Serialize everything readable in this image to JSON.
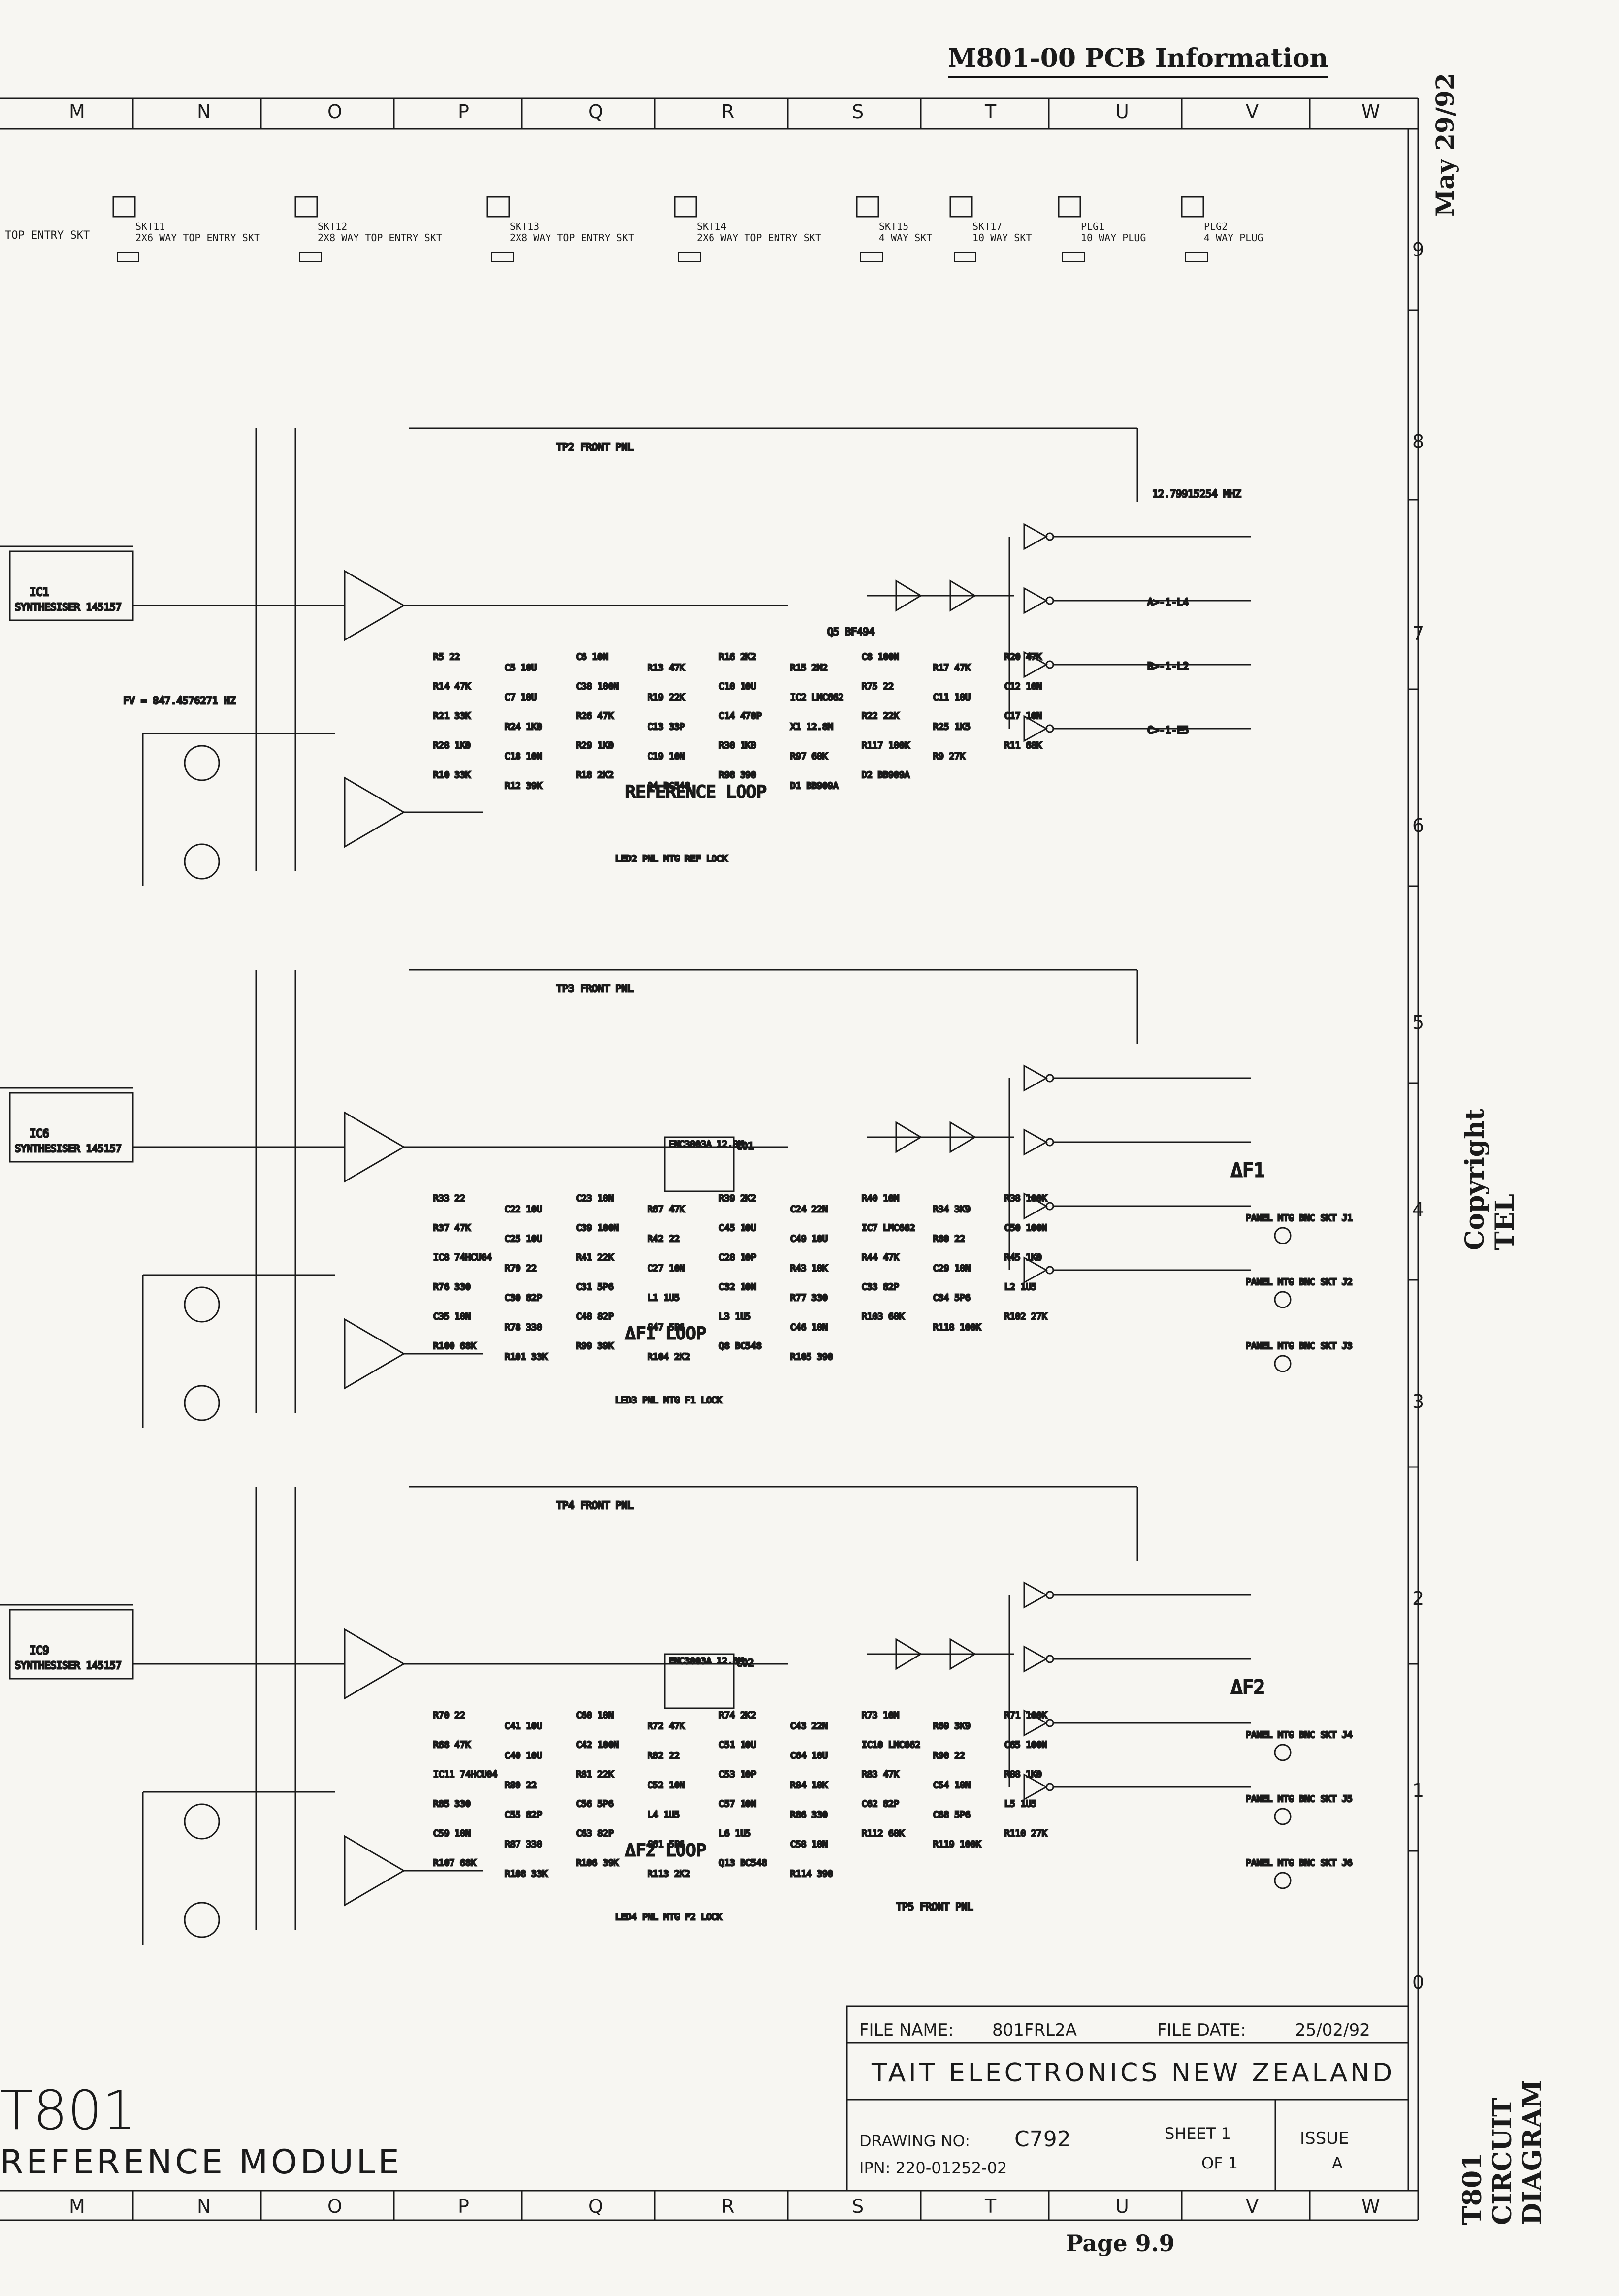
{
  "header": {
    "page_header": "M801-00 PCB Information",
    "date_note": "May 29/92",
    "copyright": "Copyright TEL",
    "diagram_type": "T801 CIRCUIT DIAGRAM",
    "page_number": "Page 9.9"
  },
  "zones": {
    "columns": [
      "M",
      "N",
      "O",
      "P",
      "Q",
      "R",
      "S",
      "T",
      "U",
      "V",
      "W"
    ],
    "rows": [
      "9",
      "8",
      "7",
      "6",
      "5",
      "4",
      "3",
      "2",
      "1",
      "0"
    ]
  },
  "connectors": [
    {
      "ref": "SKT11",
      "desc": "2X6 WAY TOP ENTRY SKT"
    },
    {
      "ref": "SKT12",
      "desc": "2X8 WAY TOP ENTRY SKT"
    },
    {
      "ref": "SKT13",
      "desc": "2X8 WAY TOP ENTRY SKT"
    },
    {
      "ref": "SKT14",
      "desc": "2X6 WAY TOP ENTRY SKT"
    },
    {
      "ref": "SKT15",
      "desc": "4 WAY SKT"
    },
    {
      "ref": "SKT17",
      "desc": "10 WAY SKT"
    },
    {
      "ref": "PLG1",
      "desc": "10 WAY PLUG"
    },
    {
      "ref": "PLG2",
      "desc": "4 WAY PLUG"
    }
  ],
  "connector_row_prefix": "TOP ENTRY SKT",
  "sections": [
    {
      "title": "REFERENCE LOOP",
      "synth": "IC1",
      "synth_part": "SYNTHESISER 145157",
      "loop_label": "REFERENCE LOOP",
      "front_panel": "TP2 FRONT PNL",
      "freq_note": "FV = 847.4576271 HZ",
      "osc_note": "12.79915254 MHZ",
      "led": "LED2 PNL MTG REF LOCK",
      "transistor": "Q5 BF494",
      "outputs": [
        "A>-1-L4",
        "B>-1-L2",
        "C>-1-E5"
      ],
      "parts": [
        "R5 22",
        "C5 10U",
        "C6 10N",
        "R13 47K",
        "R16 2K2",
        "R15 2M2",
        "C8 100N",
        "R17 47K",
        "R20 47K",
        "R14 47K",
        "C7 10U",
        "C38 100N",
        "R19 22K",
        "C10 10U",
        "IC2 LMC662",
        "R75 22",
        "C11 10U",
        "C12 10N",
        "R21 33K",
        "R24 1K0",
        "R26 47K",
        "C13 33P",
        "C14 470P",
        "X1 12.8M",
        "R22 22K",
        "R25 1K5",
        "C17 10N",
        "R28 1K0",
        "C18 10N",
        "R29 1K0",
        "C19 10N",
        "R30 1K0",
        "R97 68K",
        "R117 100K",
        "R9 27K",
        "R11 68K",
        "R10 33K",
        "R12 39K",
        "R18 2K2",
        "Q4 BC548",
        "R98 390",
        "D1 BB909A",
        "D2 BB909A"
      ]
    },
    {
      "title": "ΔF1 LOOP",
      "synth": "IC6",
      "synth_part": "SYNTHESISER 145157",
      "loop_label": "ΔF1 LOOP",
      "front_panel": "TP3 FRONT PNL",
      "vco": "ENC3003A 12.8M",
      "vco_ref": "CO1",
      "led": "LED3 PNL MTG F1 LOCK",
      "delta_label": "ΔF1",
      "bnc": [
        "PANEL MTG BNC SKT J1",
        "PANEL MTG BNC SKT J2",
        "PANEL MTG BNC SKT J3"
      ],
      "parts": [
        "R33 22",
        "C22 10U",
        "C23 10N",
        "R67 47K",
        "R39 2K2",
        "C24 22N",
        "R40 10M",
        "R34 3K9",
        "R38 100K",
        "R37 47K",
        "C25 10U",
        "C39 100N",
        "R42 22",
        "C45 10U",
        "C49 10U",
        "IC7 LMC662",
        "R80 22",
        "C50 100N",
        "IC8 74HCU04",
        "R79 22",
        "R41 22K",
        "C27 10N",
        "C28 10P",
        "R43 10K",
        "R44 47K",
        "C29 10N",
        "R45 1K0",
        "R76 330",
        "C30 82P",
        "C31 5P6",
        "L1 1U5",
        "C32 10N",
        "R77 330",
        "C33 82P",
        "C34 5P6",
        "L2 1U5",
        "C35 10N",
        "R78 330",
        "C48 82P",
        "C47 5P6",
        "L3 1U5",
        "C46 10N",
        "R103 68K",
        "R118 100K",
        "R102 27K",
        "R100 68K",
        "R101 33K",
        "R99 39K",
        "R104 2K2",
        "Q8 BC548",
        "R105 390"
      ]
    },
    {
      "title": "ΔF2 LOOP",
      "synth": "IC9",
      "synth_part": "SYNTHESISER 145157",
      "loop_label": "ΔF2 LOOP",
      "front_panel": "TP4 FRONT PNL",
      "vco": "ENC3003A 12.8M",
      "vco_ref": "CO2",
      "led": "LED4 PNL MTG F2 LOCK",
      "delta_label": "ΔF2",
      "tp5": "TP5 FRONT PNL",
      "bnc": [
        "PANEL MTG BNC SKT J4",
        "PANEL MTG BNC SKT J5",
        "PANEL MTG BNC SKT J6"
      ],
      "parts": [
        "R70 22",
        "C41 10U",
        "C60 10N",
        "R72 47K",
        "R74 2K2",
        "C43 22N",
        "R73 10M",
        "R69 3K9",
        "R71 100K",
        "R68 47K",
        "C40 10U",
        "C42 100N",
        "R82 22",
        "C51 10U",
        "C64 10U",
        "IC10 LMC662",
        "R90 22",
        "C65 100N",
        "IC11 74HCU04",
        "R89 22",
        "R81 22K",
        "C52 10N",
        "C53 10P",
        "R84 10K",
        "R83 47K",
        "C54 10N",
        "R88 1K0",
        "R85 330",
        "C55 82P",
        "C56 5P6",
        "L4 1U5",
        "C57 10N",
        "R86 330",
        "C62 82P",
        "C68 5P6",
        "L5 1U5",
        "C59 10N",
        "R87 330",
        "C63 82P",
        "C61 5P6",
        "L6 1U5",
        "C58 10N",
        "R112 68K",
        "R119 100K",
        "R110 27K",
        "R107 68K",
        "R108 33K",
        "R106 39K",
        "R113 2K2",
        "Q13 BC548",
        "R114 390"
      ]
    }
  ],
  "title_block": {
    "file_name_label": "FILE NAME:",
    "file_name": "801FRL2A",
    "file_date_label": "FILE DATE:",
    "file_date": "25/02/92",
    "company": "TAIT ELECTRONICS NEW ZEALAND",
    "drawing_no_label": "DRAWING NO:",
    "drawing_no": "C792",
    "ipn": "IPN: 220-01252-02",
    "sheet": "SHEET 1",
    "of": "OF 1",
    "issue_label": "ISSUE",
    "issue": "A",
    "model": "T801",
    "module": "REFERENCE MODULE"
  }
}
